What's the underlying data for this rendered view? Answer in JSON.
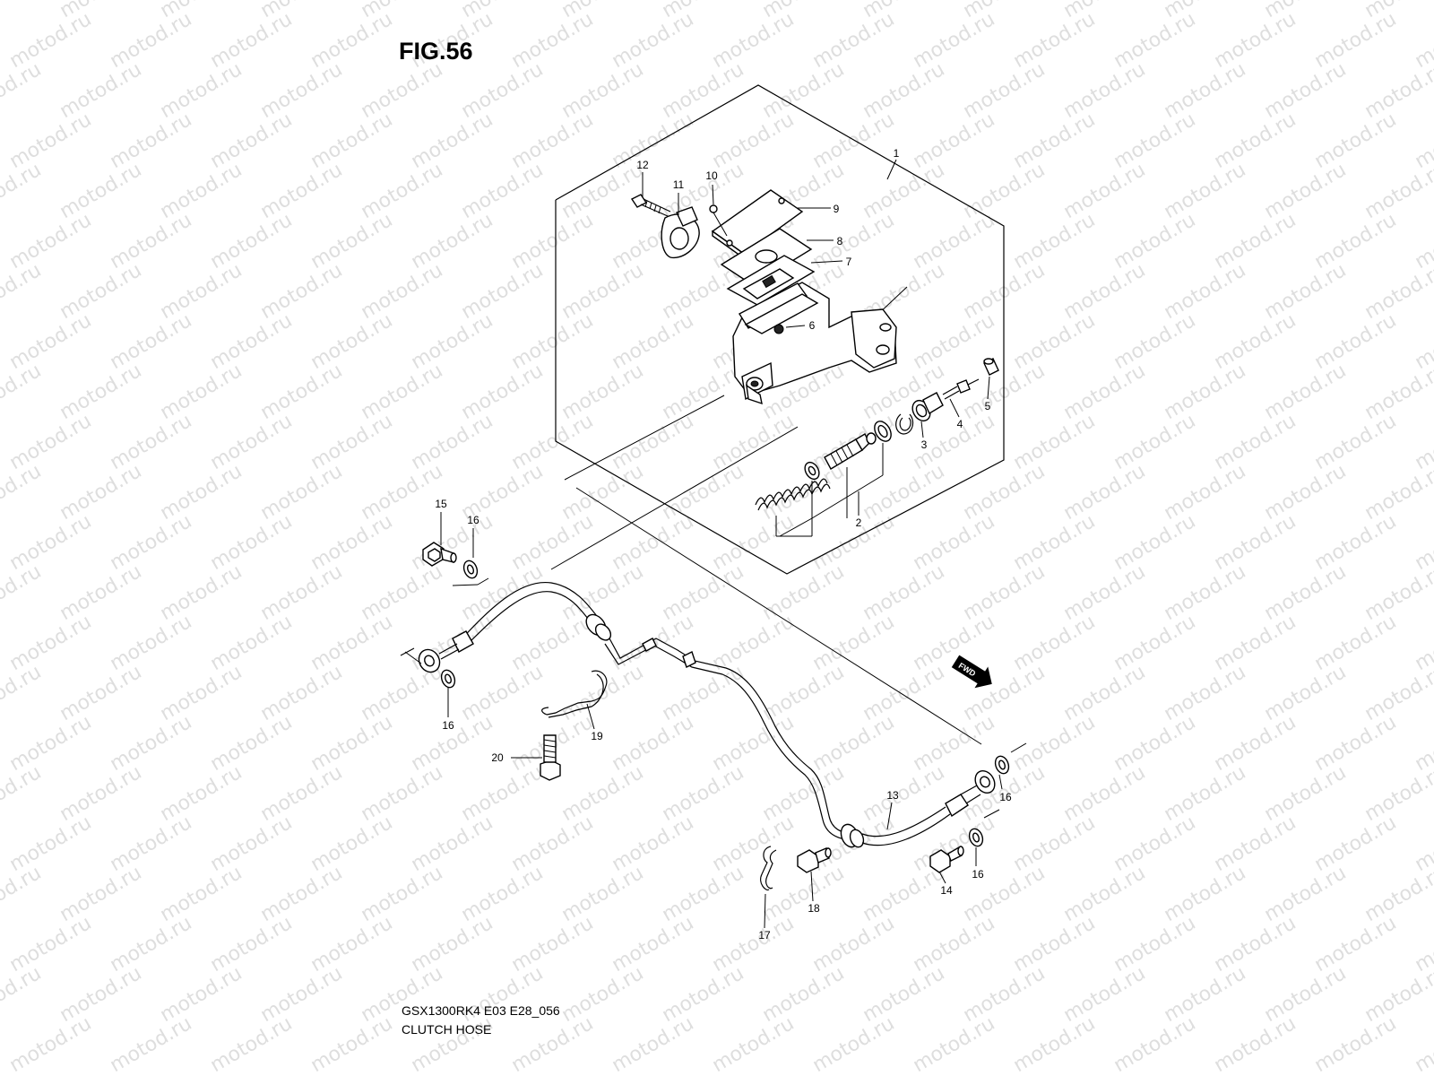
{
  "figure": {
    "title": "FIG.56",
    "watermark_text": "motod.ru",
    "caption_line1": "GSX1300RK4 E03 E28_056",
    "caption_line2": "CLUTCH HOSE",
    "fwd_label": "FWD"
  },
  "callouts": [
    "1",
    "2",
    "3",
    "4",
    "5",
    "6",
    "7",
    "8",
    "9",
    "10",
    "11",
    "12",
    "13",
    "14",
    "15",
    "16",
    "17",
    "18",
    "19",
    "20"
  ],
  "colors": {
    "ink": "#000000",
    "watermark": "#dedede",
    "background": "#ffffff"
  },
  "icons": [
    "fwd-arrow-icon"
  ]
}
